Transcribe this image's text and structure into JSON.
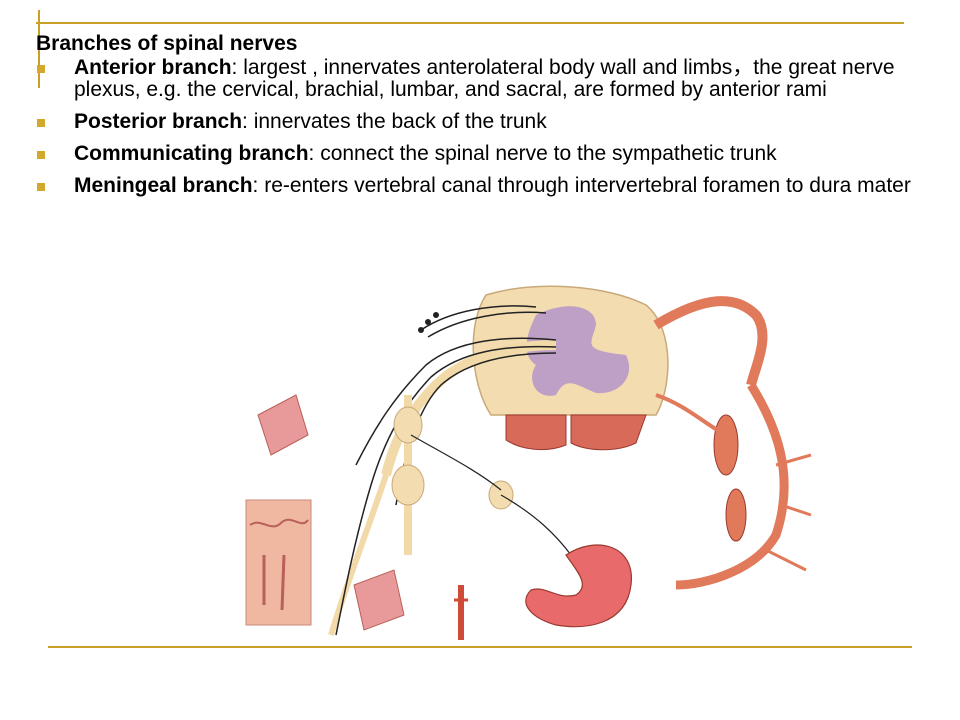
{
  "slide": {
    "title": "Branches of spinal nerves",
    "bullets": [
      {
        "term": "Anterior branch",
        "text": ": largest , innervates anterolateral body wall and limbs，the great nerve plexus, e.g. the cervical, brachial, lumbar, and sacral, are formed by anterior rami"
      },
      {
        "term": "Posterior branch",
        "text": ": innervates the back of the trunk"
      },
      {
        "term": "Communicating branch",
        "text": ": connect the spinal nerve to the sympathetic trunk"
      },
      {
        "term": "Meningeal branch",
        "text": ": re-enters vertebral canal through intervertebral foramen to dura mater"
      }
    ]
  },
  "colors": {
    "accent_rule": "#c8a028",
    "bullet_marker": "#d4a82a",
    "gray_matter": "#b898c8",
    "white_matter": "#f2dcb0",
    "muscle_red": "#e07a5a",
    "nerve_line": "#222222"
  }
}
